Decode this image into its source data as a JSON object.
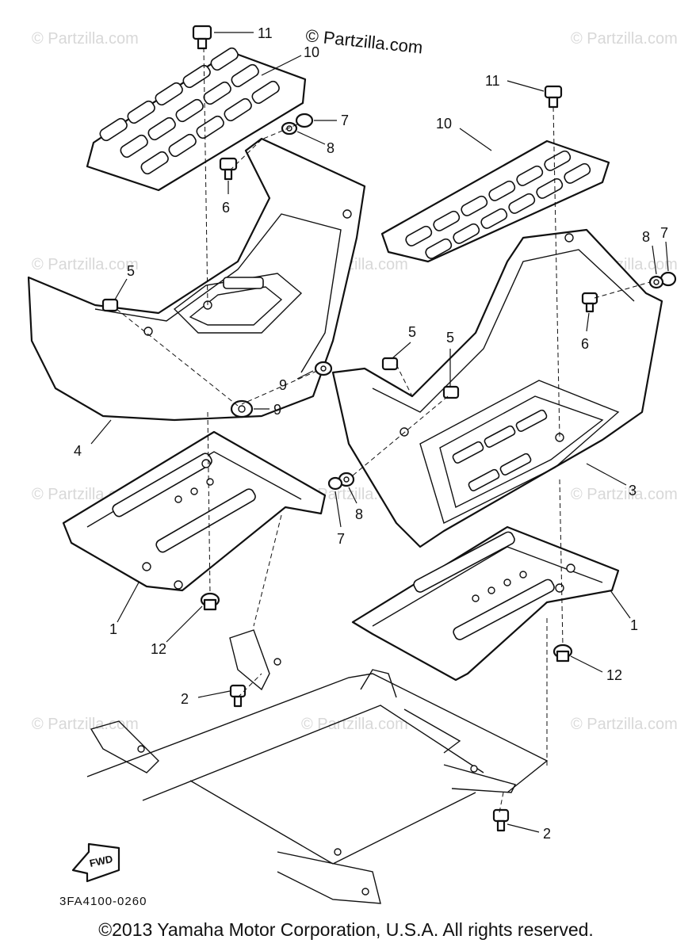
{
  "watermark": {
    "header": "© Partzilla.com",
    "repeat": "© Partzilla.com"
  },
  "diagram_code": "3FA4100-0260",
  "fwd_label": "FWD",
  "callouts": {
    "c11a": "11",
    "c10a": "10",
    "c7a": "7",
    "c8a": "8",
    "c6a": "6",
    "c5a": "5",
    "c9a": "9",
    "c9b": "9",
    "c4": "4",
    "c11b": "11",
    "c10b": "10",
    "c8b": "8",
    "c7b": "7",
    "c6b": "6",
    "c5b": "5",
    "c5c": "5",
    "c3": "3",
    "c8c": "8",
    "c7c": "7",
    "c1a": "1",
    "c12a": "12",
    "c1b": "1",
    "c12b": "12",
    "c2a": "2",
    "c2b": "2"
  },
  "copyright": "©2013 Yamaha Motor Corporation, U.S.A. All rights reserved."
}
